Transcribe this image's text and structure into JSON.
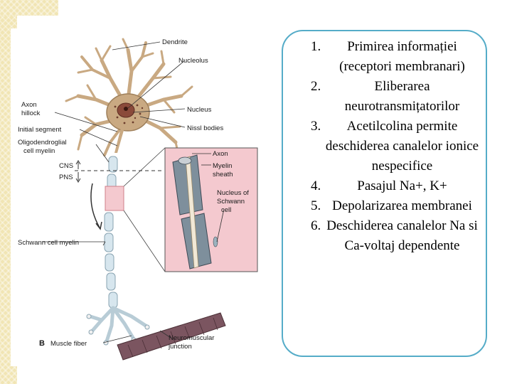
{
  "figure": {
    "panel_letter": "B",
    "labels": {
      "dendrite": "Dendrite",
      "nucleolus": "Nucleolus",
      "axon_hillock_1": "Axon",
      "axon_hillock_2": "hillock",
      "nucleus": "Nucleus",
      "initial_segment": "Initial segment",
      "nissl_bodies": "Nissl bodies",
      "oligo_1": "Oligodendroglial",
      "oligo_2": "cell myelin",
      "cns": "CNS",
      "pns": "PNS",
      "schwann_myelin": "Schwann cell myelin",
      "muscle_fiber": "Muscle fiber",
      "nmj_1": "Neuromuscular",
      "nmj_2": "junction",
      "inset_axon": "Axon",
      "inset_myelin_1": "Myelin",
      "inset_myelin_2": "sheath",
      "inset_nucleus_1": "Nucleus of",
      "inset_nucleus_2": "Schwann",
      "inset_nucleus_3": "cell"
    }
  },
  "steps": [
    "Primirea informației (receptori membranari)",
    "Eliberarea neurotransmițatorilor",
    "Acetilcolina  permite deschiderea canalelor ionice nespecifice",
    "Pasajul  Na+, K+",
    "Depolarizarea membranei",
    "Deschiderea canalelor Na si Ca-voltaj dependente"
  ],
  "colors": {
    "panel_border": "#55acc8",
    "dendrite": "#c9a982",
    "myelin": "#d7e6ee",
    "muscle": "#7b5560",
    "inset_bg": "#f4c9cf",
    "stripe": "#f1e5b4"
  }
}
